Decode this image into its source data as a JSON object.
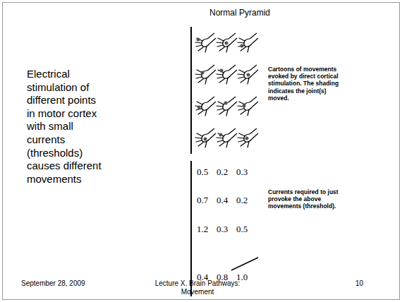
{
  "diagram": {
    "title": "Normal Pyramid",
    "labels": [
      "Electrical stimulation of different points in motor cortex with small currents (thresholds) causes different movements",
      "Cartoons of movements evoked by direct cortical stimulation. The shading indicates the joint(s) moved.",
      "0.5",
      "0.2",
      "0.3",
      "0.7",
      "0.4",
      "0.2",
      "1.2",
      "0.3",
      "0.5",
      "0.4",
      "0.8",
      "1.0",
      "Currents required to just provoke the above movements (threshold).",
      "September 28, 2009",
      "Lecture X. Brain Pathways: Movement",
      "10"
    ]
  }
}
